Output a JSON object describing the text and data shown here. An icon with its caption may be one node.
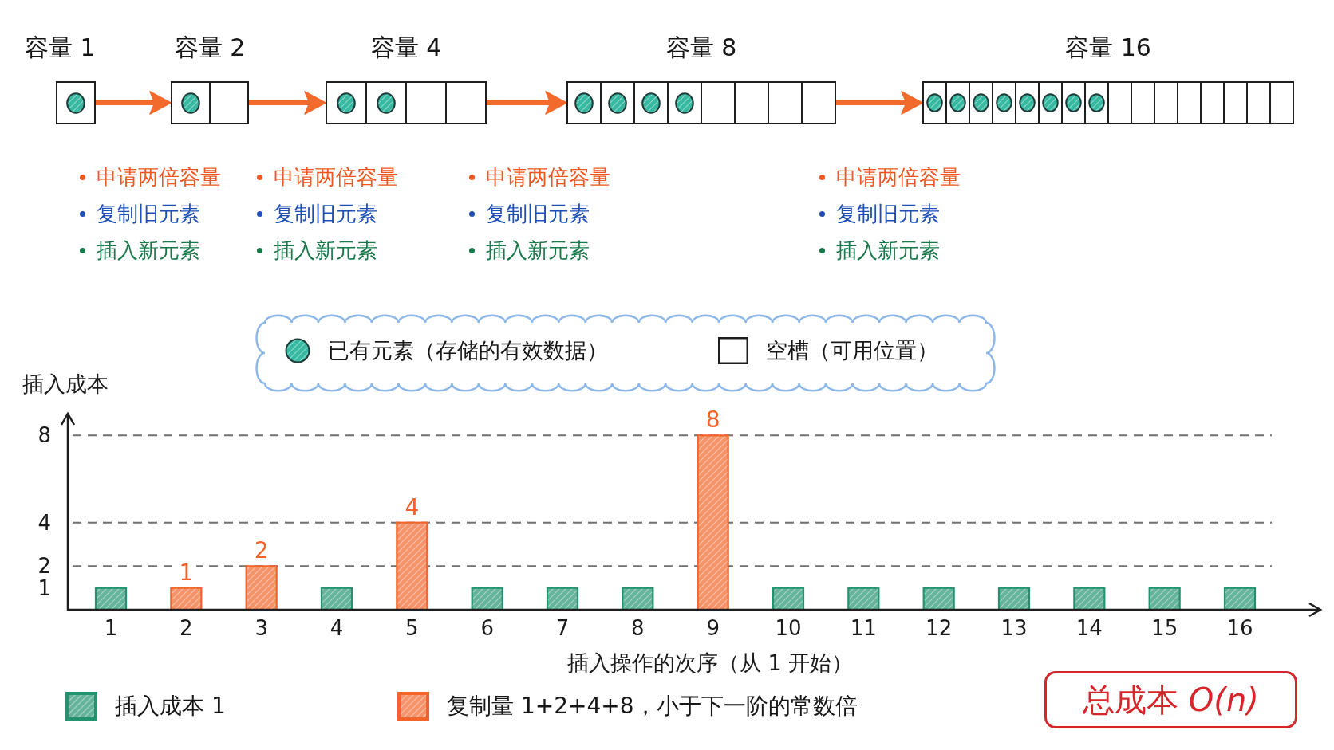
{
  "diagram": {
    "nodes": [
      {
        "text": [
          "容量 1"
        ]
      },
      {
        "text": [
          "容量 2"
        ]
      },
      {
        "text": [
          "容量 4"
        ]
      },
      {
        "text": [
          "容量 8"
        ]
      },
      {
        "text": [
          "容量 16"
        ]
      },
      {
        "text": [
          "总成本 *O(n)*"
        ]
      }
    ],
    "edges": [
      {
        "from": 0,
        "to": 1,
        "arrow": "to"
      },
      {
        "from": 1,
        "to": 2,
        "arrow": "to"
      },
      {
        "from": 2,
        "to": 3,
        "arrow": "to"
      },
      {
        "from": 3,
        "to": 4,
        "arrow": "to"
      }
    ],
    "labels": [
      "申请两倍容量",
      "复制旧元素",
      "插入新元素",
      "申请两倍容量",
      "复制旧元素",
      "插入新元素",
      "申请两倍容量",
      "复制旧元素",
      "插入新元素",
      "申请两倍容量",
      "复制旧元素",
      "插入新元素"
    ],
    "legend": [
      {
        "text": "已有元素（存储的有效数据）"
      },
      {
        "text": "空槽（可用位置）"
      },
      {
        "text": "插入成本 1",
        "color": "#23936f"
      },
      {
        "text": "复制量 1+2+4+8，小于下一阶的常数倍",
        "color": "#f2642a"
      }
    ],
    "chart_data": {
      "type": "bar",
      "xlabel": "插入操作的次序（从 1 开始）",
      "ylabel": "插入成本",
      "categories": [
        "1",
        "2",
        "3",
        "4",
        "5",
        "6",
        "7",
        "8",
        "9",
        "10",
        "11",
        "12",
        "13",
        "14",
        "15",
        "16"
      ],
      "series": [
        {
          "color": "#23936f",
          "values": [
            1,
            null,
            null,
            1,
            null,
            1,
            1,
            1,
            null,
            1,
            1,
            1,
            1,
            1,
            1,
            1
          ]
        },
        {
          "color": "#f2642a",
          "values": [
            null,
            1,
            2,
            null,
            4,
            null,
            null,
            null,
            8,
            null,
            null,
            null,
            null,
            null,
            null,
            null
          ]
        }
      ],
      "ylim": [
        0,
        9
      ],
      "yticks": [
        1,
        2,
        4,
        8
      ],
      "grid": true,
      "value_labels": [
        null,
        "1",
        "2",
        null,
        "4",
        null,
        null,
        null,
        "8",
        null,
        null,
        null,
        null,
        null,
        null,
        null
      ]
    }
  }
}
